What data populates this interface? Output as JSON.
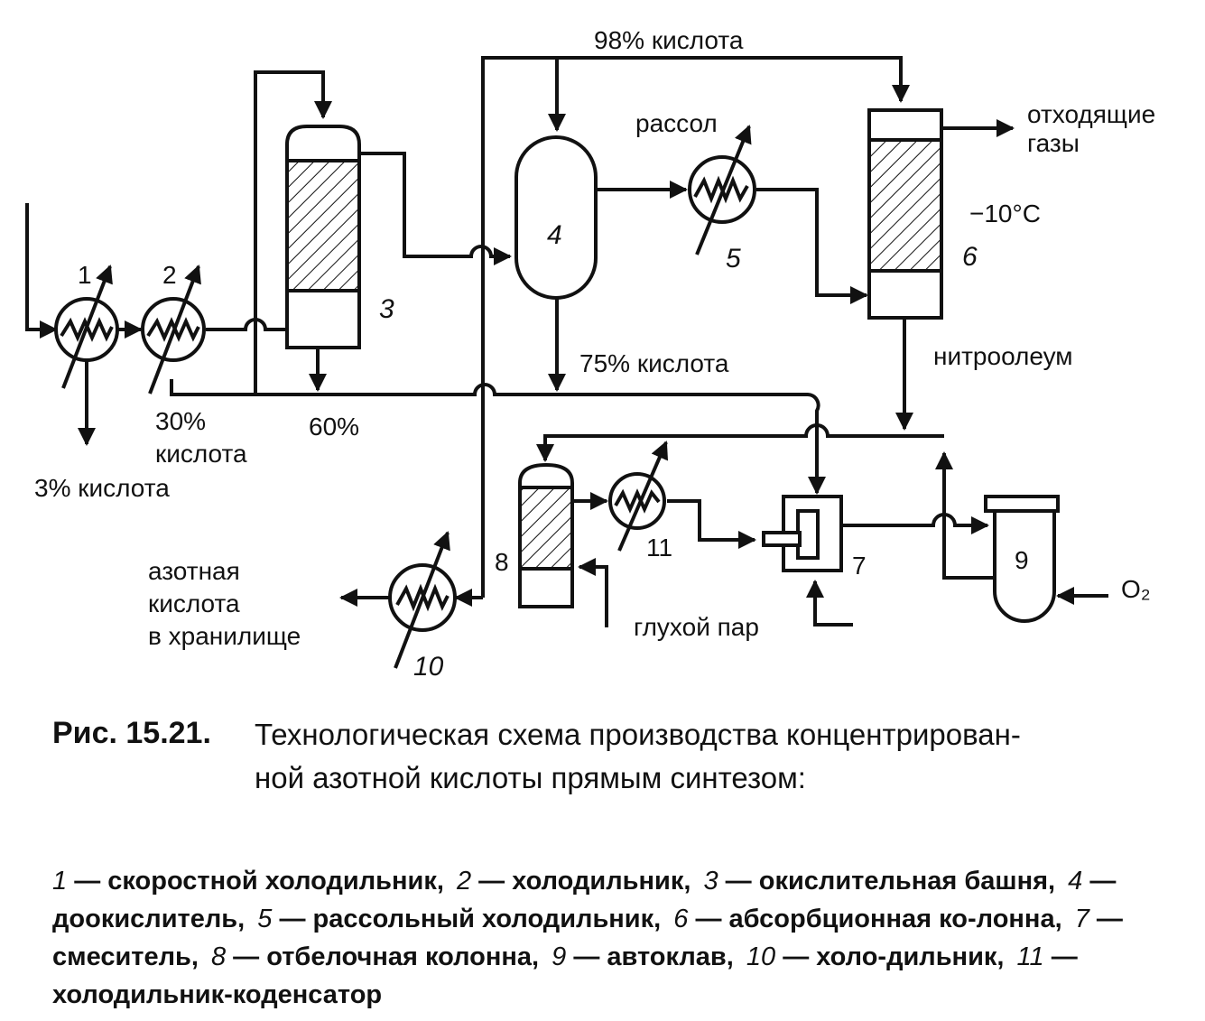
{
  "diagram": {
    "flows": {
      "acid_98": "98% кислота",
      "brine": "рассол",
      "off_gases_1": "отходящие",
      "off_gases_2": "газы",
      "temp": "−10°C",
      "acid_75": "75% кислота",
      "nitrooleum": "нитроолеум",
      "acid_30_1": "30%",
      "acid_30_2": "кислота",
      "acid_3": "3% кислота",
      "pct_60": "60%",
      "nitric_1": "азотная",
      "nitric_2": "кислота",
      "nitric_3": "в хранилище",
      "steam": "глухой пар",
      "oxygen": "O₂"
    },
    "units": {
      "u1": "1",
      "u2": "2",
      "u3": "3",
      "u4": "4",
      "u5": "5",
      "u6": "6",
      "u7": "7",
      "u8": "8",
      "u9": "9",
      "u10": "10",
      "u11": "11"
    }
  },
  "caption": {
    "lead": "Рис. 15.21.",
    "line1": "Технологическая  схема производства концентрирован-",
    "line2": "ной азотной кислоты прямым синтезом:"
  },
  "legend": [
    {
      "n": "1",
      "text": "— скоростной холодильник,"
    },
    {
      "n": "2",
      "text": "— холодильник,"
    },
    {
      "n": "3",
      "text": "— окислительная башня,"
    },
    {
      "n": "4",
      "text": "— доокислитель,"
    },
    {
      "n": "5",
      "text": "— рассольный холодильник,"
    },
    {
      "n": "6",
      "text": "— абсорбционная ко-лонна,"
    },
    {
      "n": "7",
      "text": "— смеситель,"
    },
    {
      "n": "8",
      "text": "— отбелочная колонна,"
    },
    {
      "n": "9",
      "text": "— автоклав,"
    },
    {
      "n": "10",
      "text": "— холо-дильник,"
    },
    {
      "n": "11",
      "text": "— холодильник-коденсатор"
    }
  ]
}
